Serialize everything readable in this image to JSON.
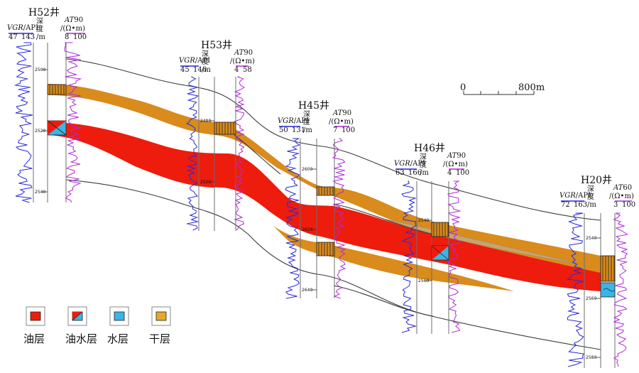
{
  "wells": [
    {
      "name": "H52井",
      "gr_label": "VGR/API",
      "gr_italic": "VGR",
      "gr_unit": "/API",
      "gr_min": "47",
      "gr_max": "143",
      "depth_top": "深",
      "depth_mid": "度",
      "depth_unit": "/m",
      "at_label": "AT90",
      "at_italic": "AT",
      "at_num": "90",
      "at_unit": "/(Ω•m)",
      "at_min": "8",
      "at_max": "100",
      "depth_ticks": [
        "2500",
        "2520",
        "2540"
      ]
    },
    {
      "name": "H53井",
      "gr_label": "VGR/API",
      "gr_italic": "VGR",
      "gr_unit": "/API",
      "gr_min": "45",
      "gr_max": "146",
      "depth_top": "深",
      "depth_mid": "度",
      "depth_unit": "/m",
      "at_label": "AT90",
      "at_italic": "AT",
      "at_num": "90",
      "at_unit": "/(Ω•m)",
      "at_min": "4",
      "at_max": "58",
      "depth_ticks": [
        "2480",
        "2500"
      ]
    },
    {
      "name": "H45井",
      "gr_label": "VGR/API",
      "gr_italic": "VGR",
      "gr_unit": "/API",
      "gr_min": "50",
      "gr_max": "131",
      "depth_top": "深",
      "depth_mid": "度",
      "depth_unit": "/m",
      "at_label": "AT90",
      "at_italic": "AT",
      "at_num": "90",
      "at_unit": "/(Ω•m)",
      "at_min": "7",
      "at_max": "100",
      "depth_ticks": [
        "2600",
        "2620",
        "2640"
      ]
    },
    {
      "name": "H46井",
      "gr_label": "VGR/API",
      "gr_italic": "VGR",
      "gr_unit": "/API",
      "gr_min": "63",
      "gr_max": "166",
      "depth_top": "深",
      "depth_mid": "度",
      "depth_unit": "/m",
      "at_label": "AT90",
      "at_italic": "AT",
      "at_num": "90",
      "at_unit": "/(Ω•m)",
      "at_min": "4",
      "at_max": "100",
      "depth_ticks": [
        "2540",
        "2560"
      ]
    },
    {
      "name": "H20井",
      "gr_label": "VGR/API",
      "gr_italic": "VGR",
      "gr_unit": "/API",
      "gr_min": "72",
      "gr_max": "163",
      "depth_top": "深",
      "depth_mid": "度",
      "depth_unit": "/m",
      "at_label": "AT60",
      "at_italic": "AT",
      "at_num": "60",
      "at_unit": "/(Ω•m)",
      "at_min": "3",
      "at_max": "100",
      "depth_ticks": [
        "2540",
        "2560",
        "2580"
      ]
    }
  ],
  "scale_bar": {
    "start": "0",
    "end": "800m"
  },
  "legend": [
    {
      "label": "油层",
      "type": "oil"
    },
    {
      "label": "油水层",
      "type": "oil-water"
    },
    {
      "label": "水层",
      "type": "water"
    },
    {
      "label": "干层",
      "type": "dry"
    }
  ],
  "colors": {
    "oil": "#ee1c0c",
    "dry": "#d98b1c",
    "water": "#3cb4e6",
    "gr_curve": "#2a2ad8",
    "at_curve": "#b02ad8",
    "boundary": "#3a3a3a",
    "track": "#6d6d6d"
  }
}
